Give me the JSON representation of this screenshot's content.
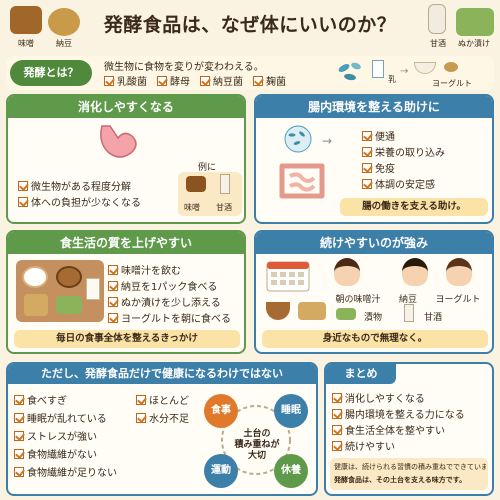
{
  "header": {
    "title": "発酵食品は、なぜ体にいいのか？",
    "left_foods": [
      "味噌",
      "納豆"
    ],
    "right_foods": [
      "甘酒",
      "ぬか漬け"
    ]
  },
  "definition": {
    "pill": "発酵とは？",
    "text": "微生物に食物を変りが変わわえる。",
    "checks": [
      "乳酸菌",
      "酵母",
      "納豆菌",
      "麹菌"
    ],
    "diagram_labels": [
      "乳",
      "ヨーグルト"
    ]
  },
  "panels": {
    "digest": {
      "title": "消化しやすくなる",
      "items": [
        "微生物がある程度分解",
        "体への負担が少なくなる"
      ],
      "example_label": "例に",
      "example_foods": [
        "味噌",
        "甘酒"
      ]
    },
    "gut": {
      "title": "腸内環境を整える助けに",
      "items": [
        "便通",
        "栄養の取り込み",
        "免疫",
        "体調の安定感"
      ],
      "band": "腸の働きを支える助け。"
    },
    "diet": {
      "title": "食生活の質を上げやすい",
      "items": [
        "味噌汁を飲む",
        "納豆を1パック食べる",
        "ぬか漬けを少し添える",
        "ヨーグルトを朝に食べる"
      ],
      "band": "毎日の食事全体を整えるきっかけ"
    },
    "continue": {
      "title": "続けやすいのが強み",
      "labels_row1": [
        "朝の味噌汁",
        "納豆",
        "ヨーグルト"
      ],
      "labels_row2": [
        "漬物",
        "甘酒"
      ],
      "band": "身近なもので無理なく。"
    },
    "caution": {
      "title": "ただし、発酵食品だけで健康になるわけではない",
      "items_left": [
        "食べすぎ",
        "睡眠が乱れている",
        "ストレスが強い",
        "食物繊維がない",
        "食物繊維が足りない"
      ],
      "items_right": [
        "ほとんど",
        "水分不足"
      ],
      "cycle": [
        "食事",
        "睡眠",
        "休養",
        "運動"
      ],
      "center": [
        "土台の",
        "積み重ねが",
        "大切"
      ]
    },
    "summary": {
      "title": "まとめ",
      "items": [
        "消化しやすくなる",
        "腸内環境を整える力になる",
        "食生活全体を整やすい",
        "続けやすい"
      ],
      "note": [
        "健康は、続けられる習慣の積み重ねでできています。",
        "発酵食品は、その土台を支える味方です。"
      ]
    }
  },
  "colors": {
    "green": "#5e9a4a",
    "blue": "#3c7fa8",
    "orange": "#e07a2a",
    "band": "#fbe2a6"
  }
}
